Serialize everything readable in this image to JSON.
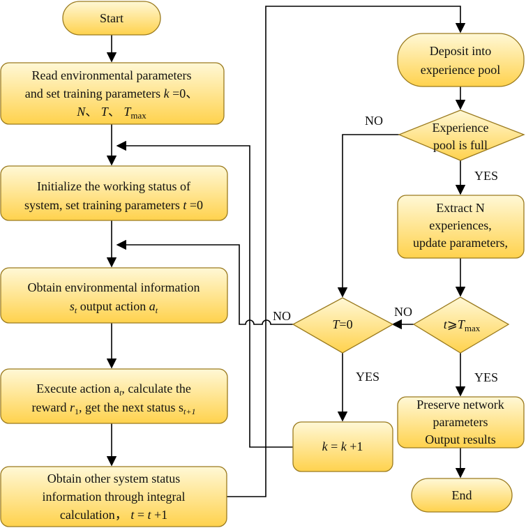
{
  "colors": {
    "box_fill_top": "#fff8d6",
    "box_fill_bottom": "#ffd24d",
    "box_stroke": "#9a7a1e",
    "line": "#000000"
  },
  "nodes": {
    "start": {
      "lines": [
        "Start"
      ]
    },
    "read_params": {
      "lines": [
        "Read environmental parameters",
        "and set training parameters k =0、",
        "N、 T、 Tmax"
      ]
    },
    "init_status": {
      "lines": [
        "Initialize the working status of",
        "system, set training parameters t =0"
      ]
    },
    "obtain_env": {
      "lines": [
        "Obtain environmental information",
        "st output action at"
      ]
    },
    "execute": {
      "lines": [
        "Execute action at, calculate the",
        "reward r1, get the next status st+1"
      ]
    },
    "obtain_other": {
      "lines": [
        "Obtain other system status",
        "information through integral",
        "calculation， t = t +1"
      ]
    },
    "deposit": {
      "lines": [
        "Deposit into",
        "experience pool"
      ]
    },
    "pool_full": {
      "lines": [
        "Experience",
        "pool is full"
      ]
    },
    "extract": {
      "lines": [
        "Extract N",
        "experiences,",
        "update parameters,"
      ]
    },
    "t_check": {
      "lines": [
        "t⩾Tmax"
      ]
    },
    "T_check": {
      "lines": [
        "T=0"
      ]
    },
    "k_incr": {
      "lines": [
        "k = k +1"
      ]
    },
    "preserve": {
      "lines": [
        "Preserve network",
        "parameters",
        "Output results"
      ]
    },
    "end": {
      "lines": [
        "End"
      ]
    }
  },
  "labels": {
    "pool_no": "NO",
    "pool_yes": "YES",
    "t_no": "NO",
    "t_yes": "YES",
    "T_no": "NO",
    "T_yes": "YES"
  }
}
